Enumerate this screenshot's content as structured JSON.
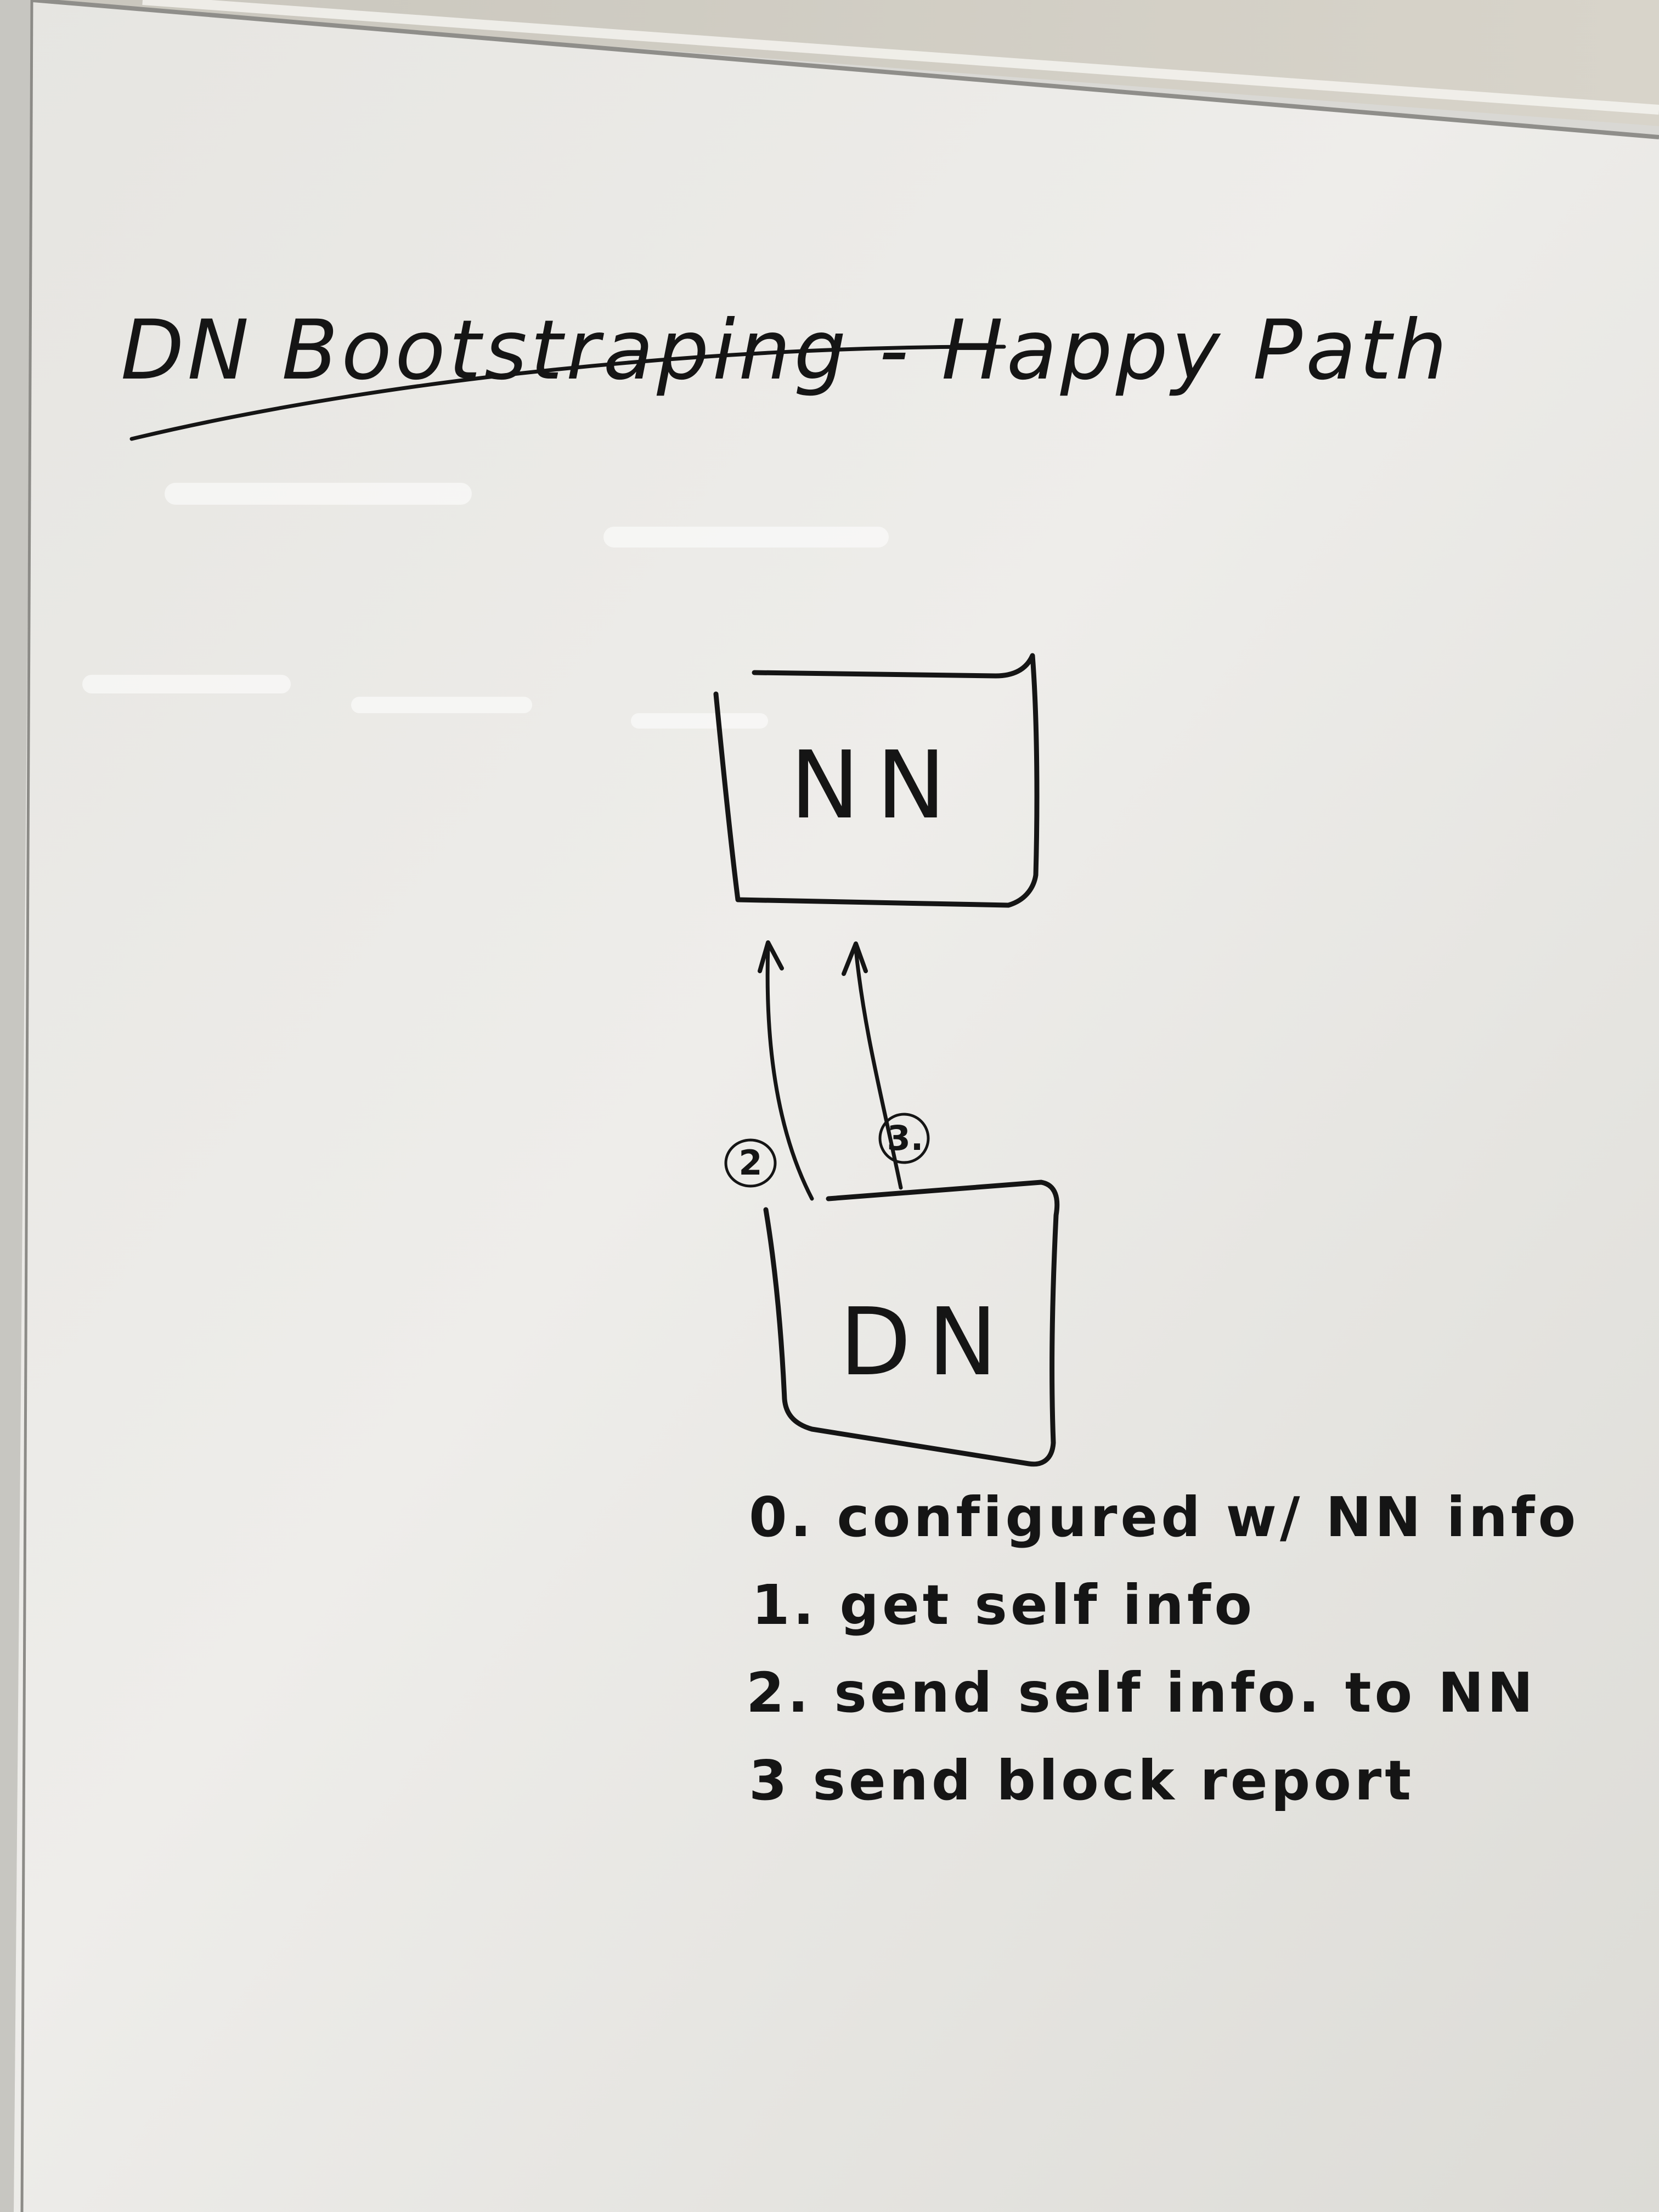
{
  "title": "DN Bootstraping - Happy Path",
  "diagram": {
    "nodes": [
      {
        "id": "nn",
        "label": "NN"
      },
      {
        "id": "dn",
        "label": "DN"
      }
    ],
    "edges": [
      {
        "from": "dn",
        "to": "nn",
        "label": "2"
      },
      {
        "from": "dn",
        "to": "nn",
        "label": "3."
      }
    ]
  },
  "steps": [
    {
      "text": "0. configured w/ NN info"
    },
    {
      "text": "1. get self info"
    },
    {
      "text": "2. send self info. to NN"
    },
    {
      "text": "3 send block report"
    }
  ],
  "colors": {
    "board": "#e9e8e4",
    "ink": "#151515",
    "frame": "#9a9995"
  }
}
